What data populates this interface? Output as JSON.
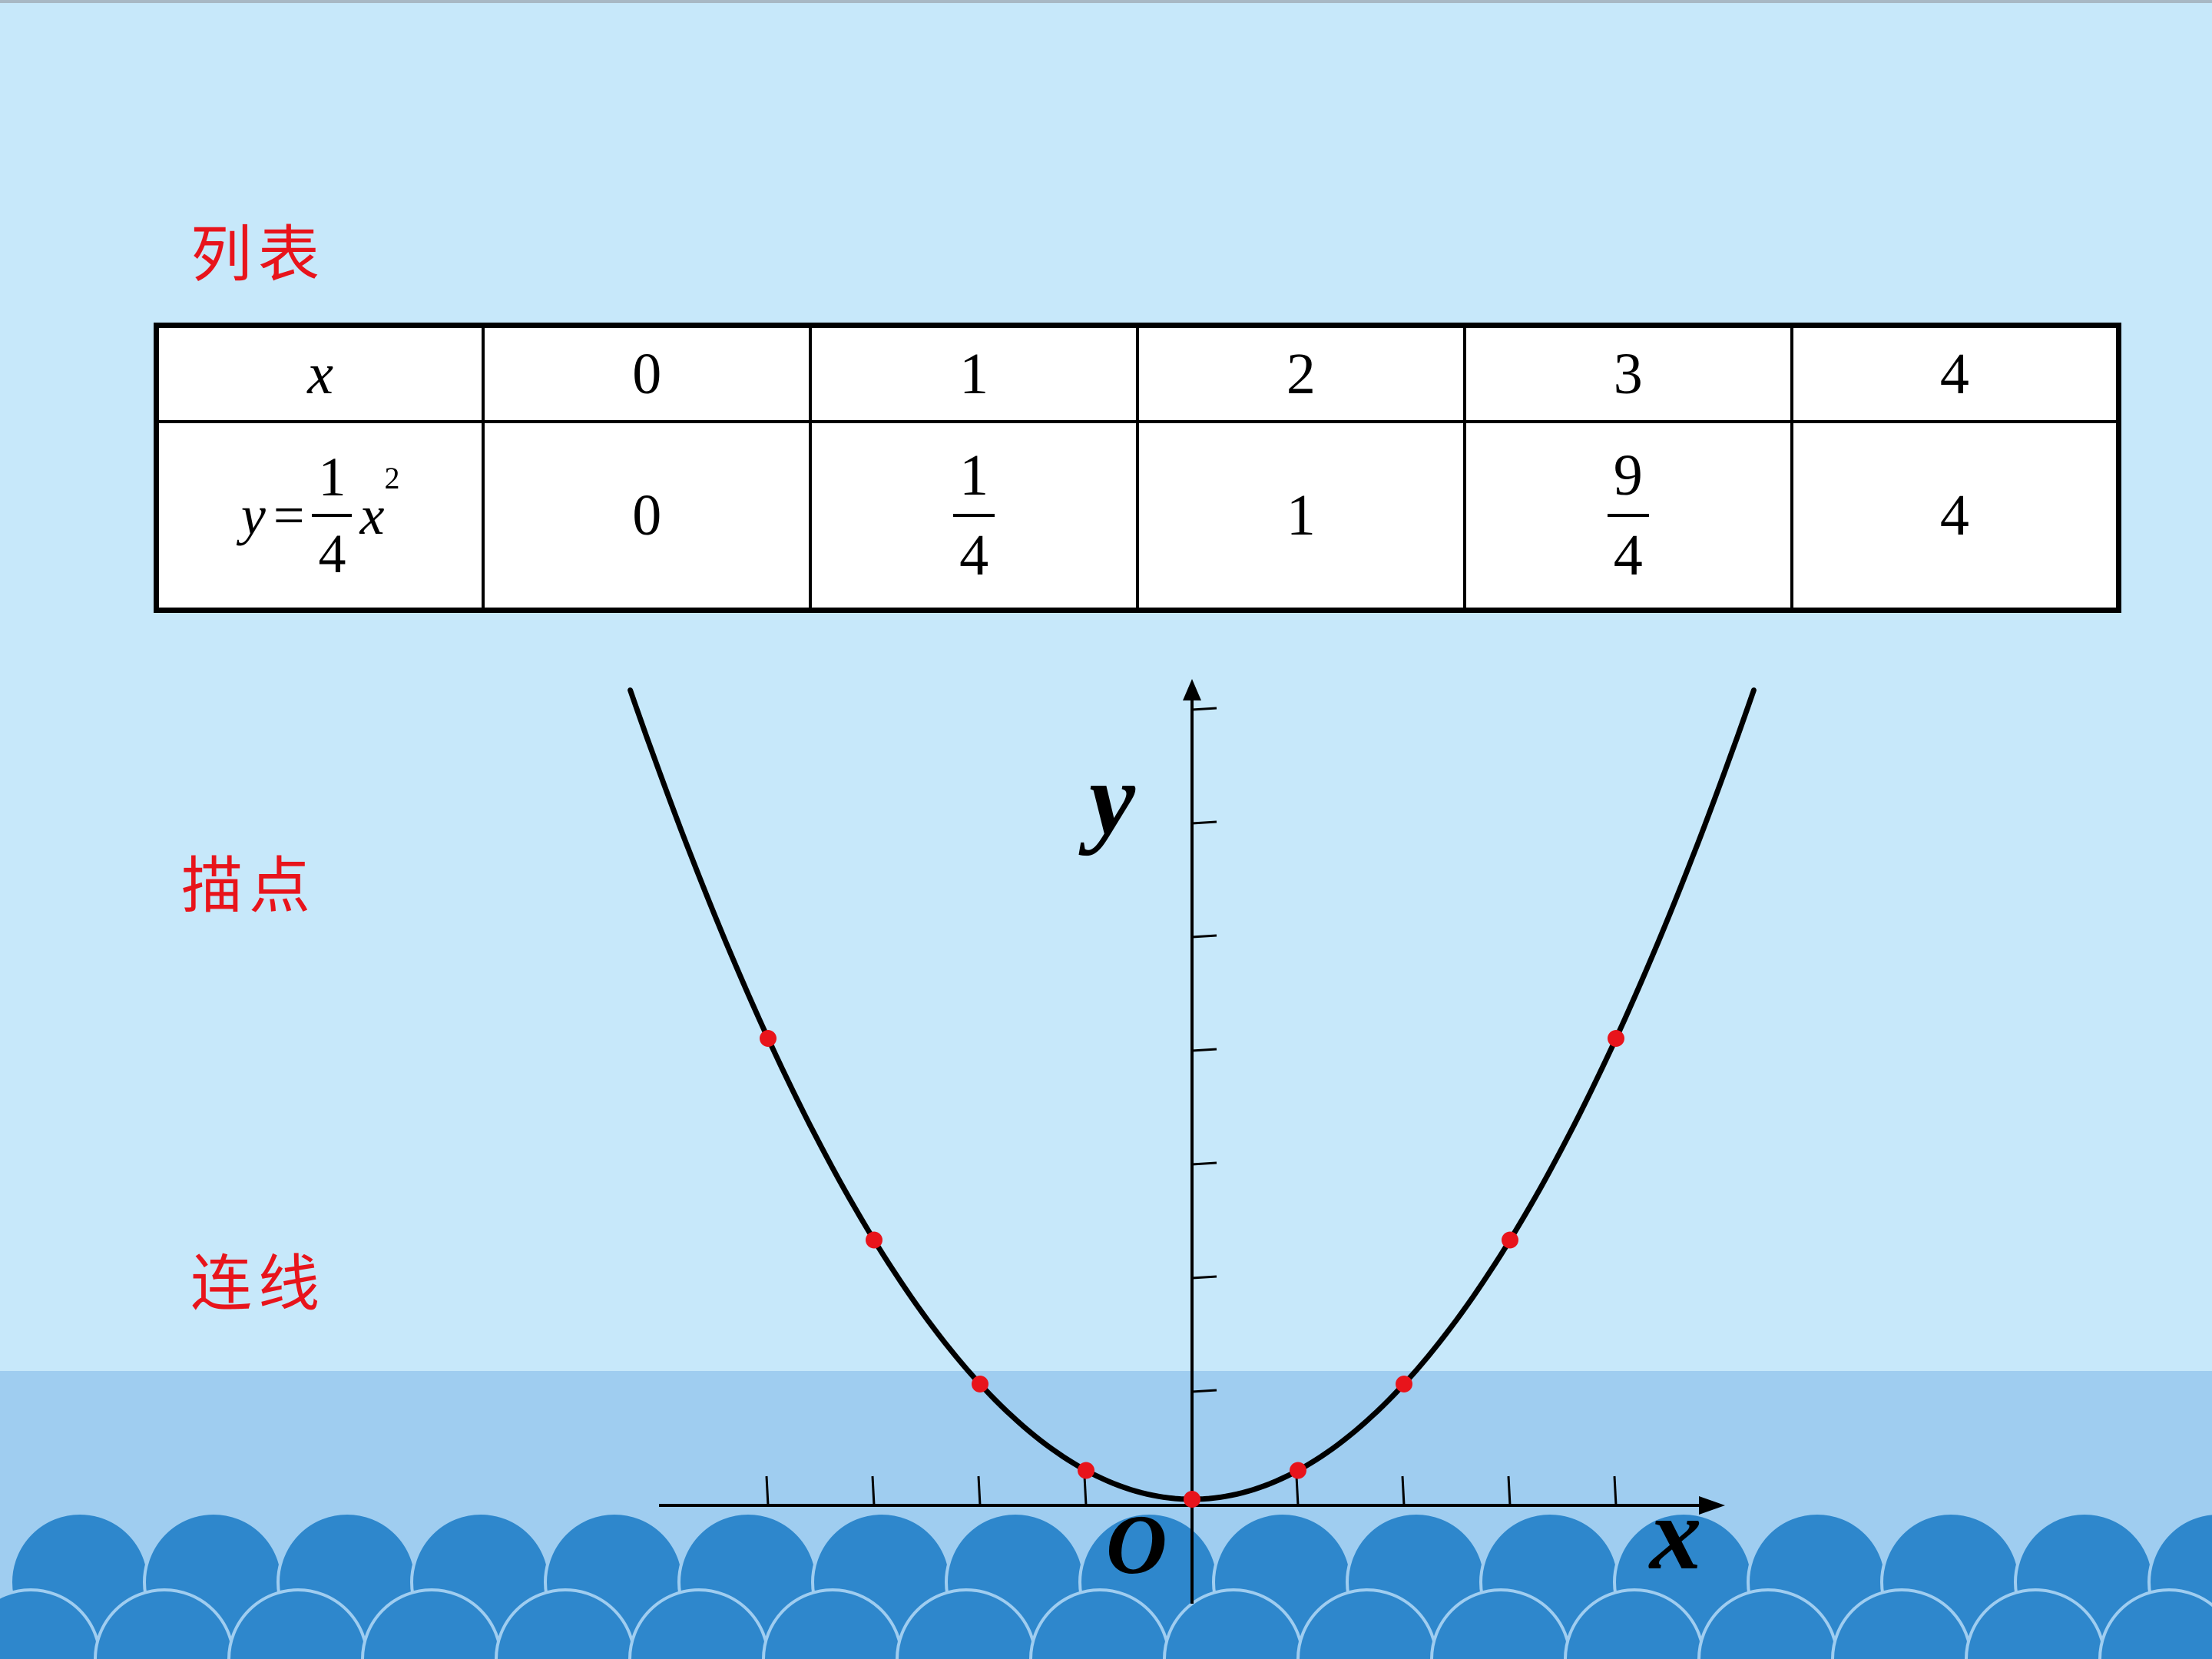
{
  "steps": {
    "table_label": "列表",
    "plot_label": "描点",
    "connect_label": "连线"
  },
  "table": {
    "x_header": "x",
    "y_header": {
      "y": "y",
      "equals": "=",
      "num": "1",
      "den": "4",
      "var": "x",
      "exp": "2"
    },
    "x_values": [
      "0",
      "1",
      "2",
      "3",
      "4"
    ],
    "y_values": [
      {
        "text": "0"
      },
      {
        "num": "1",
        "den": "4"
      },
      {
        "text": "1"
      },
      {
        "num": "9",
        "den": "4"
      },
      {
        "text": "4"
      }
    ]
  },
  "graph": {
    "x_axis_label": "x",
    "y_axis_label": "y",
    "origin_label": "O",
    "function": "y = 1/4 x^2",
    "x_range": [
      -5.3,
      5.3
    ],
    "points": [
      {
        "x": -4,
        "y": 4
      },
      {
        "x": -3,
        "y": 2.25
      },
      {
        "x": -2,
        "y": 1
      },
      {
        "x": -1,
        "y": 0.25
      },
      {
        "x": 0,
        "y": 0
      },
      {
        "x": 1,
        "y": 0.25
      },
      {
        "x": 2,
        "y": 1
      },
      {
        "x": 3,
        "y": 2.25
      },
      {
        "x": 4,
        "y": 4
      }
    ],
    "x_ticks": [
      -4,
      -3,
      -2,
      -1,
      1,
      2,
      3,
      4
    ],
    "y_ticks": [
      1,
      2,
      3,
      4,
      5,
      6,
      7
    ],
    "colors": {
      "point": "#e8141b",
      "curve": "#000000",
      "axis": "#000000"
    }
  },
  "background": {
    "sky": "#c7e8fa",
    "sea_band": "#9fcdf0",
    "wave": "#2e87cc"
  }
}
